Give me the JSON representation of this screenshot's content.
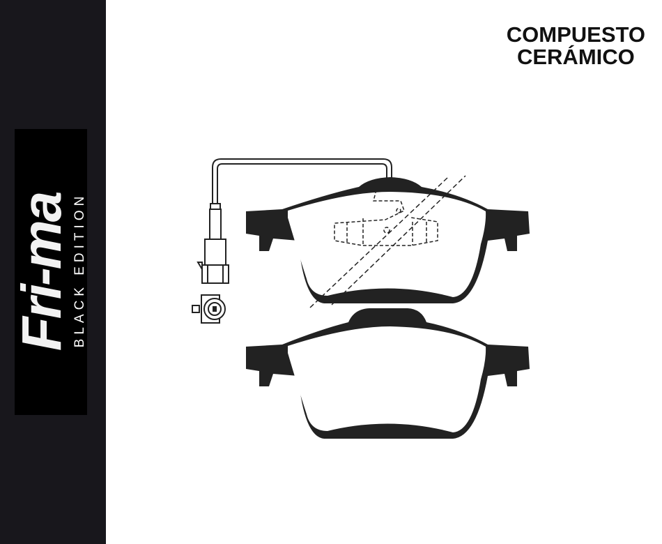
{
  "brand": {
    "logo": "Fri-ma",
    "edition": "BLACK EDITION"
  },
  "title": {
    "line1": "COMPUESTO",
    "line2": "CERÁMICO"
  },
  "colors": {
    "sidebar": "#18171c",
    "logo_bg": "#000000",
    "ink": "#222222"
  }
}
